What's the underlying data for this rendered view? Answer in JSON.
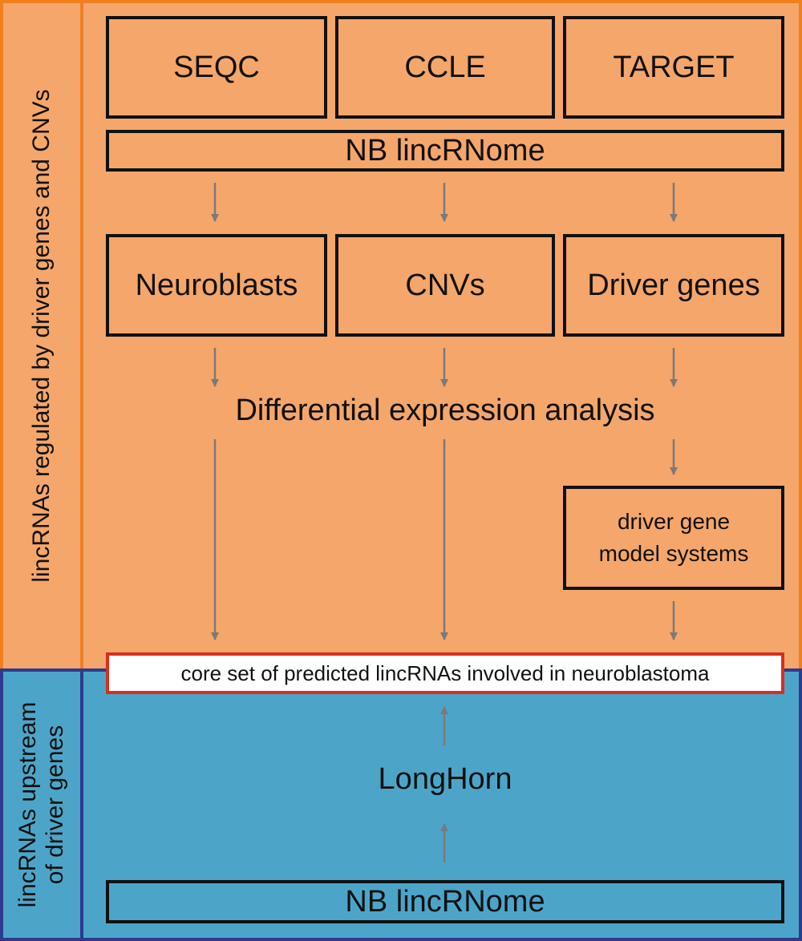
{
  "side_labels": {
    "top": "lincRNAs regulated by driver genes and CNVs",
    "bottom_line1": "lincRNAs upstream",
    "bottom_line2": "of driver genes"
  },
  "datasets": [
    "SEQC",
    "CCLE",
    "TARGET"
  ],
  "lincrnome_top": "NB lincRNome",
  "categories": [
    "Neuroblasts",
    "CNVs",
    "Driver genes"
  ],
  "analysis": "Differential expression analysis",
  "model_systems": {
    "line1": "driver gene",
    "line2": "model systems"
  },
  "core_set": "core set of predicted lincRNAs involved in neuroblastoma",
  "method": "LongHorn",
  "lincrnome_bottom": "NB lincRNome",
  "colors": {
    "orange_fill": "#f5a66a",
    "orange_border": "#f07f1f",
    "blue_fill": "#4ca5c8",
    "blue_border": "#2e3a8f",
    "core_border": "#d92d20",
    "arrow": "#7a7a7a"
  }
}
